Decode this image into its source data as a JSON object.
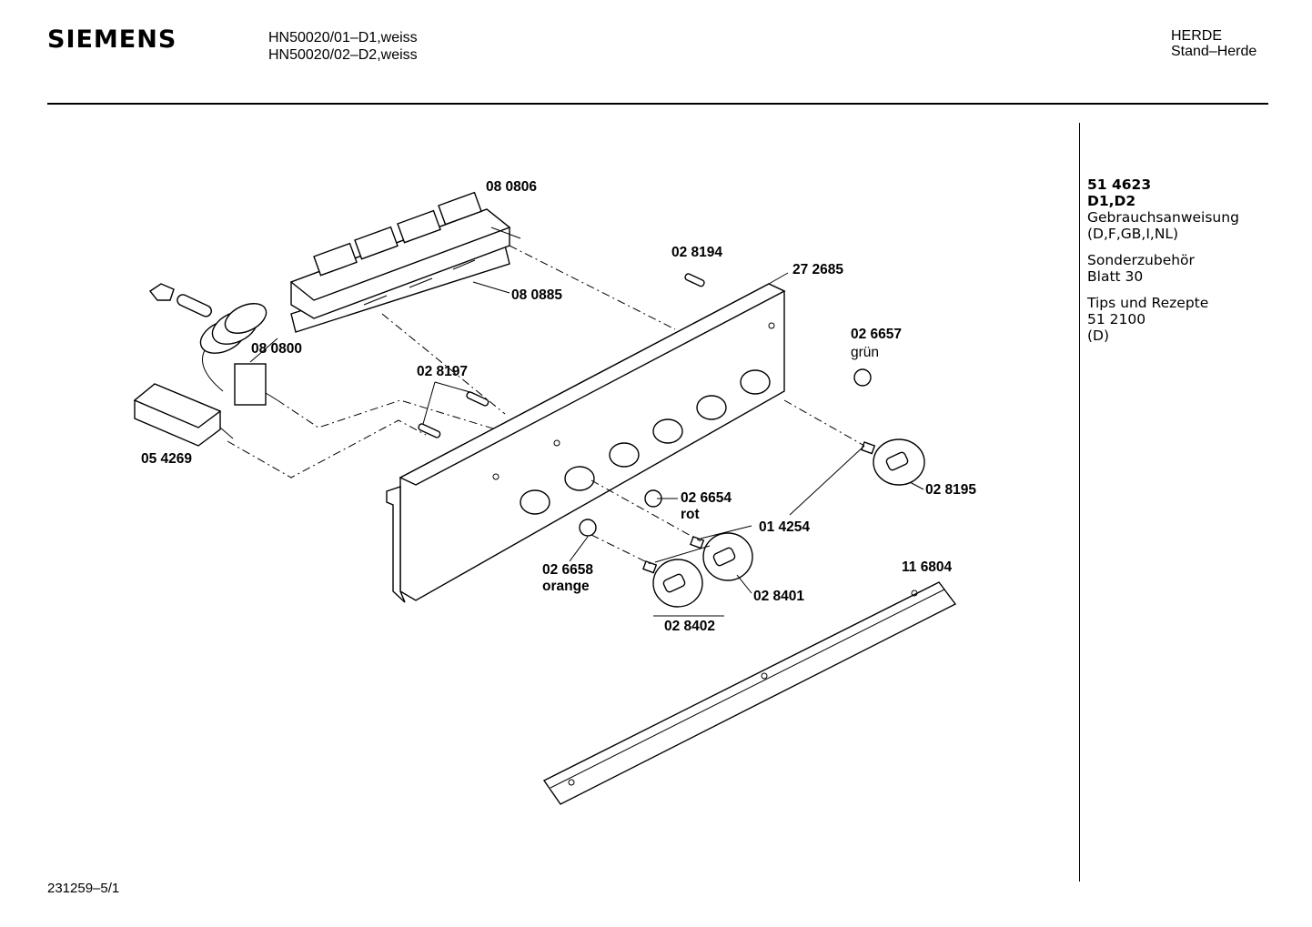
{
  "header": {
    "brand": "SIEMENS",
    "models": [
      "HN50020/01–D1,weiss",
      "HN50020/02–D2,weiss"
    ],
    "category": [
      "HERDE",
      "Stand–Herde"
    ]
  },
  "sidebar": {
    "groups": [
      {
        "lines": [
          {
            "text": "51 4623",
            "bold": true
          },
          {
            "text": "D1,D2",
            "bold": true
          },
          {
            "text": "Gebrauchsanweisung",
            "bold": false
          },
          {
            "text": "(D,F,GB,I,NL)",
            "bold": false
          }
        ]
      },
      {
        "lines": [
          {
            "text": "Sonderzubehör",
            "bold": false
          },
          {
            "text": "Blatt 30",
            "bold": false
          }
        ]
      },
      {
        "lines": [
          {
            "text": "Tips und Rezepte",
            "bold": false
          },
          {
            "text": "51 2100",
            "bold": false
          },
          {
            "text": "(D)",
            "bold": false
          }
        ]
      }
    ]
  },
  "parts": {
    "p080806": "08 0806",
    "p080885": "08 0885",
    "p028194": "02 8194",
    "p272685": "27 2685",
    "p080800": "08 0800",
    "p028197": "02 8197",
    "p026657": "02 6657",
    "p026657_color": "grün",
    "p054269": "05 4269",
    "p028195": "02 8195",
    "p026654": "02 6654",
    "p026654_color": "rot",
    "p014254": "01 4254",
    "p116804": "11 6804",
    "p026658": "02 6658",
    "p026658_color": "orange",
    "p028401": "02 8401",
    "p028402": "02 8402"
  },
  "footer": {
    "drawing_number": "231259–5/1"
  }
}
